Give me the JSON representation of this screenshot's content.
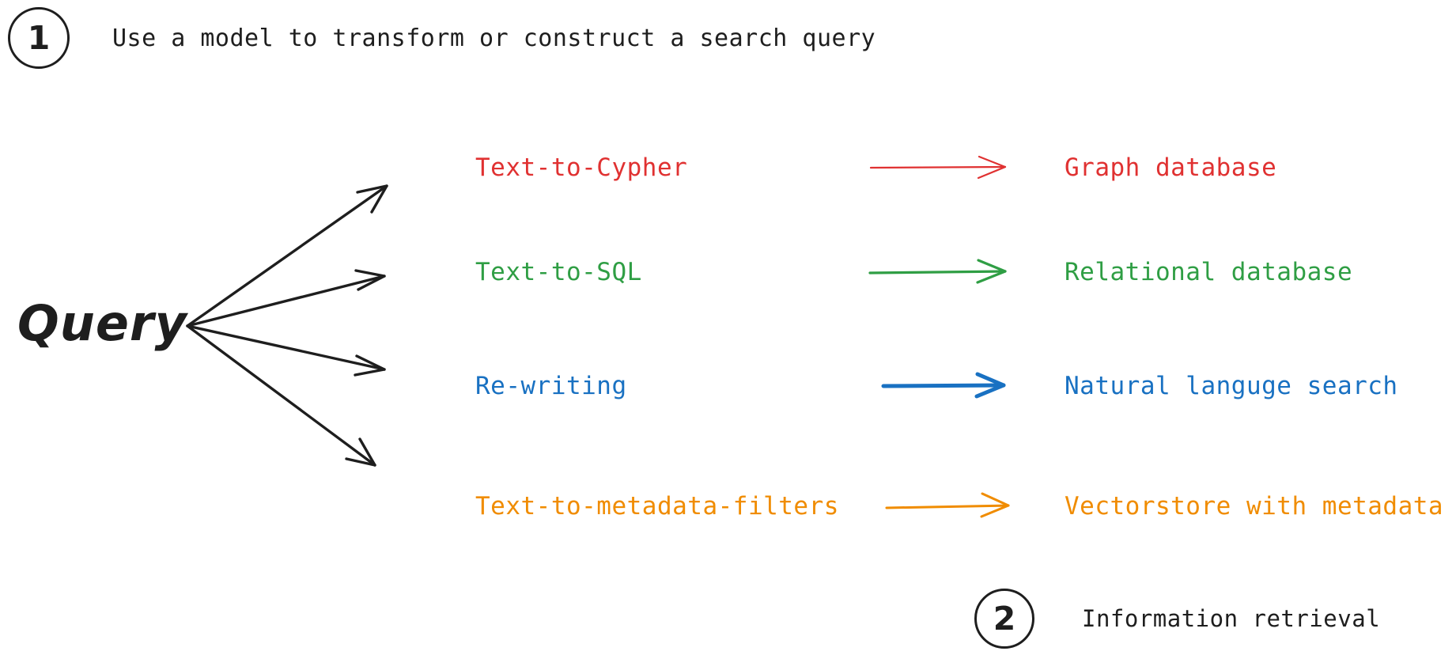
{
  "diagram": {
    "title_step": {
      "badge": "1",
      "label": "Use a model to transform or construct a search query"
    },
    "retrieval_step": {
      "badge": "2",
      "label": "Information retrieval"
    },
    "source_node": {
      "label": "Query"
    },
    "rows": [
      {
        "method": "Text-to-Cypher",
        "target": "Graph database",
        "color": "#e03131",
        "arrow_width": 2.2
      },
      {
        "method": "Text-to-SQL",
        "target": "Relational database",
        "color": "#2f9e44",
        "arrow_width": 3.2
      },
      {
        "method": "Re-writing",
        "target": "Natural languge search",
        "color": "#1971c2",
        "arrow_width": 5.0
      },
      {
        "method": "Text-to-metadata-filters",
        "target": "Vectorstore with metadata",
        "color": "#f08c00",
        "arrow_width": 3.0
      }
    ],
    "colors": {
      "ink": "#1e1e1e",
      "background": "#ffffff",
      "red": "#e03131",
      "green": "#2f9e44",
      "blue": "#1971c2",
      "orange": "#f08c00"
    }
  }
}
